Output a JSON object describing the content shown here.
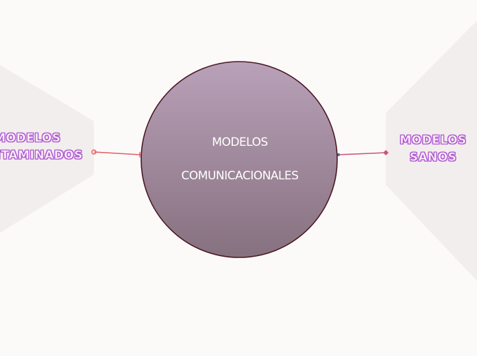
{
  "central_topic": {
    "lines": [
      "MODELOS",
      "COMUNICACIONALES"
    ]
  },
  "left_topic": {
    "lines": [
      "MODELOS",
      "CONTAMINADOS"
    ]
  },
  "right_topic": {
    "lines": [
      "MODELOS",
      "SANOS"
    ]
  },
  "colors": {
    "background": "#fcf9f9",
    "side_panel": "#f3eeee",
    "circle_top": "#b9a1b9",
    "circle_bottom": "#86717f",
    "circle_border": "#4a1620",
    "left_connector": "#e25b62",
    "right_connector": "#c9577a",
    "label_outline": "#b25fd4"
  }
}
